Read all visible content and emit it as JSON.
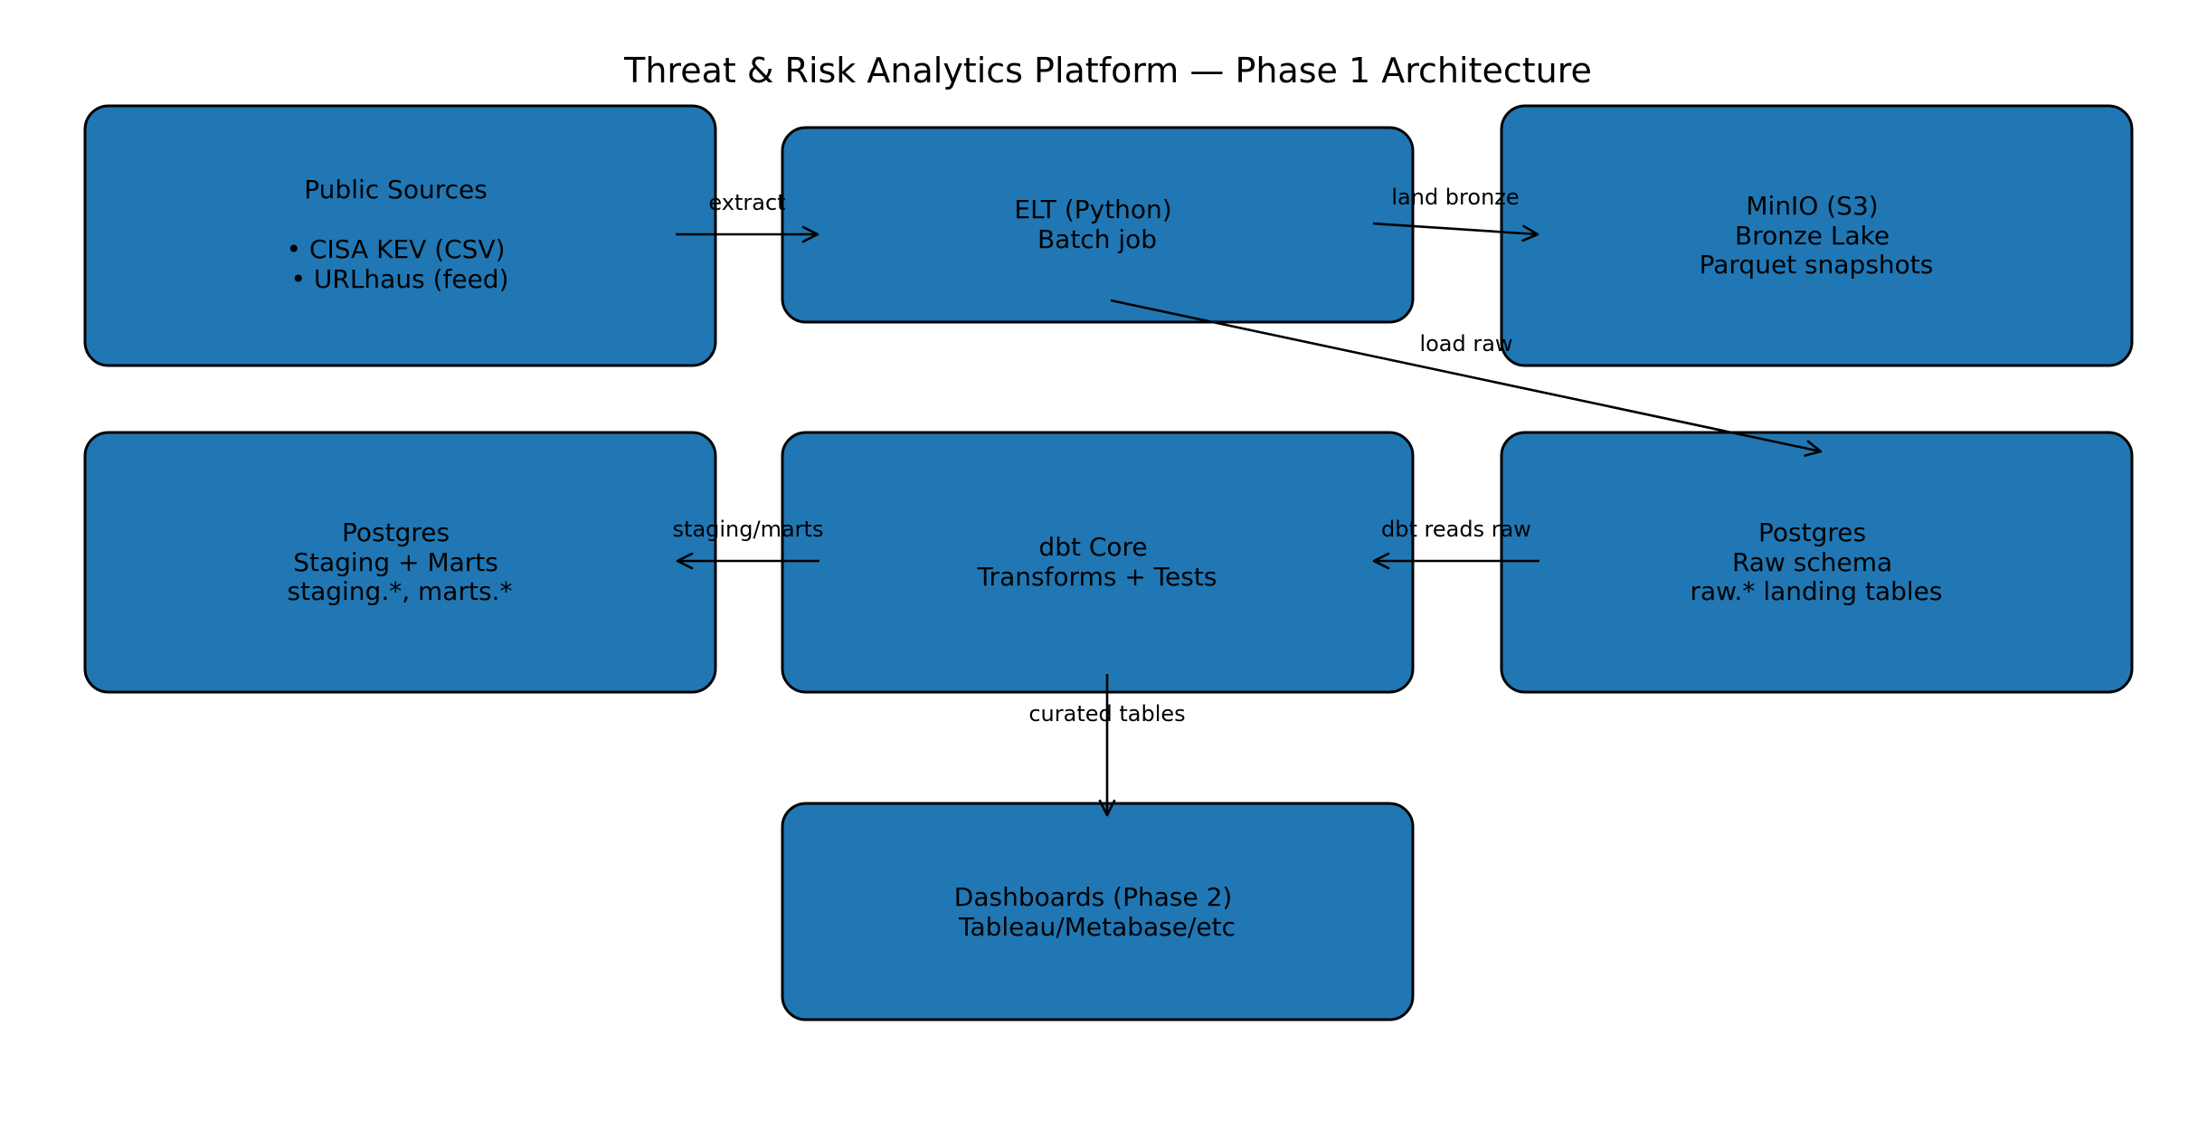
{
  "title": "Threat & Risk Analytics Platform — Phase 1 Architecture",
  "colors": {
    "box_fill": "#2077b4",
    "box_stroke": "#000000",
    "text": "#000000",
    "background": "#ffffff"
  },
  "nodes": {
    "public_sources": {
      "lines": [
        "Public Sources",
        "",
        "• CISA KEV (CSV)",
        "• URLhaus (feed)"
      ]
    },
    "elt": {
      "lines": [
        "ELT (Python)",
        "Batch job"
      ]
    },
    "minio": {
      "lines": [
        "MinIO (S3)",
        "Bronze Lake",
        "Parquet snapshots"
      ]
    },
    "pg_staging": {
      "lines": [
        "Postgres",
        "Staging + Marts",
        "staging.*, marts.*"
      ]
    },
    "dbt": {
      "lines": [
        "dbt Core",
        "Transforms + Tests"
      ]
    },
    "pg_raw": {
      "lines": [
        "Postgres",
        "Raw schema",
        "raw.* landing tables"
      ]
    },
    "dashboards": {
      "lines": [
        "Dashboards (Phase 2)",
        "Tableau/Metabase/etc"
      ]
    }
  },
  "edges": {
    "extract": {
      "from": "Public Sources",
      "to": "ELT (Python)",
      "label": "extract"
    },
    "land_bronze": {
      "from": "ELT (Python)",
      "to": "MinIO (S3)",
      "label": "land bronze"
    },
    "load_raw": {
      "from": "ELT (Python)",
      "to": "Postgres (Raw schema)",
      "label": "load raw"
    },
    "dbt_reads_raw": {
      "from": "Postgres (Raw schema)",
      "to": "dbt Core",
      "label": "dbt reads raw"
    },
    "staging_marts": {
      "from": "dbt Core",
      "to": "Postgres (Staging + Marts)",
      "label": "staging/marts"
    },
    "curated_tables": {
      "from": "dbt Core",
      "to": "Dashboards (Phase 2)",
      "label": "curated tables"
    }
  }
}
